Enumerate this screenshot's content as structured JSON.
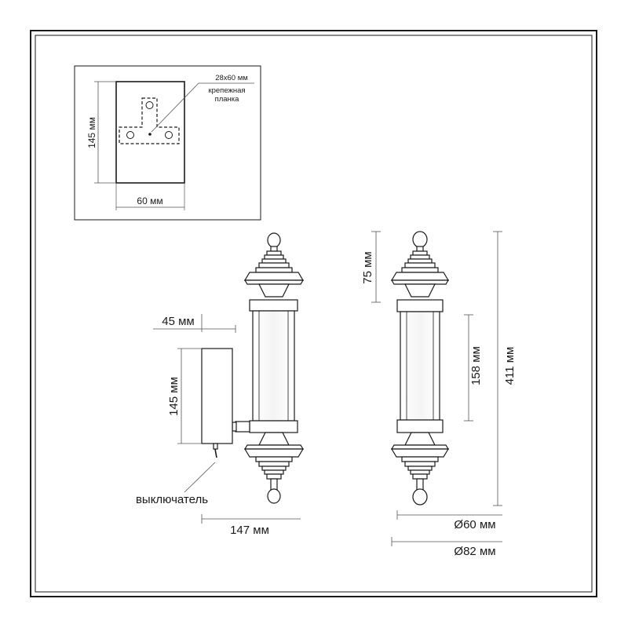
{
  "mount_plate": {
    "size_label": "28x60 мм",
    "plate_label_line1": "крепежная",
    "plate_label_line2": "планка",
    "height_label": "145 мм",
    "width_label": "60 мм"
  },
  "side_view": {
    "offset_label": "45 мм",
    "box_height_label": "145 мм",
    "switch_label": "выключатель",
    "depth_label": "147 мм"
  },
  "front_view": {
    "top_label": "75 мм",
    "tube_label": "158 мм",
    "total_label": "411 мм",
    "tube_diameter_label": "Ø60 мм",
    "max_diameter_label": "Ø82 мм"
  },
  "colors": {
    "line": "#1a1a1a",
    "dim_line": "#555555",
    "frame": "#1a1a1a"
  }
}
